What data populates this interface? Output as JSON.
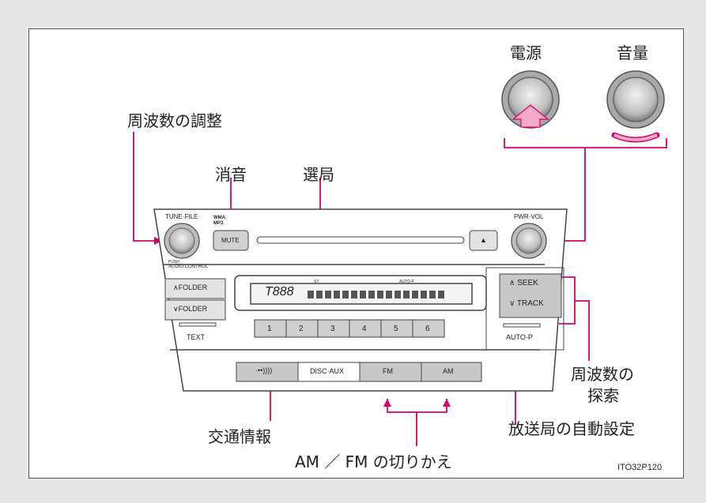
{
  "labels": {
    "power": "電源",
    "volume": "音量",
    "tune": "周波数の調整",
    "mute": "消音",
    "select": "選局",
    "search": "周波数の\n探索",
    "search_1": "周波数の",
    "search_2": "探索",
    "traffic": "交通情報",
    "autoset": "放送局の自動設定",
    "amfm": "AM ／ FM の切りかえ",
    "code": "ITO32P120"
  },
  "panel": {
    "tune_file": "TUNE·FILE",
    "push": "PUSH",
    "audio_control": "AUDIO CONTROL",
    "mute": "MUTE",
    "wma": "WMA",
    "mp3": "MP3",
    "eject": "▲",
    "pwr_vol": "PWR·VOL",
    "folder_up": "∧FOLDER",
    "folder_down": "∨FOLDER",
    "text": "TEXT",
    "display": "T888",
    "st": "ST",
    "autop_ind": "AUTO-P",
    "presets": [
      "1",
      "2",
      "3",
      "4",
      "5",
      "6"
    ],
    "seek": "∧ SEEK",
    "track": "∨ TRACK",
    "autop": "AUTO·P",
    "traffic_btn": "·••))))",
    "disc_aux": "DISC·AUX",
    "fm": "FM",
    "am": "AM"
  },
  "colors": {
    "leader": "#d8006e",
    "panel_gray": "#cfcfcf"
  }
}
